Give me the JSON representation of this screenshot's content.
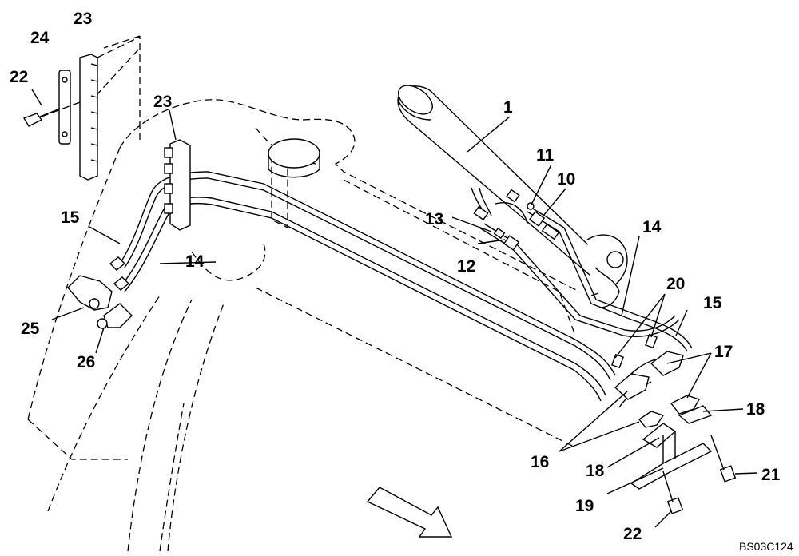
{
  "drawing_code": "BS03C124",
  "labels": {
    "l1": "1",
    "l10": "10",
    "l11": "11",
    "l12": "12",
    "l13": "13",
    "l14a": "14",
    "l14b": "14",
    "l15a": "15",
    "l15b": "15",
    "l16": "16",
    "l17": "17",
    "l18a": "18",
    "l18b": "18",
    "l19": "19",
    "l20": "20",
    "l21": "21",
    "l22a": "22",
    "l22b": "22",
    "l23a": "23",
    "l23b": "23",
    "l24": "24",
    "l25": "25",
    "l26": "26"
  },
  "icons": {
    "direction_arrow": "front-direction-arrow-icon"
  }
}
